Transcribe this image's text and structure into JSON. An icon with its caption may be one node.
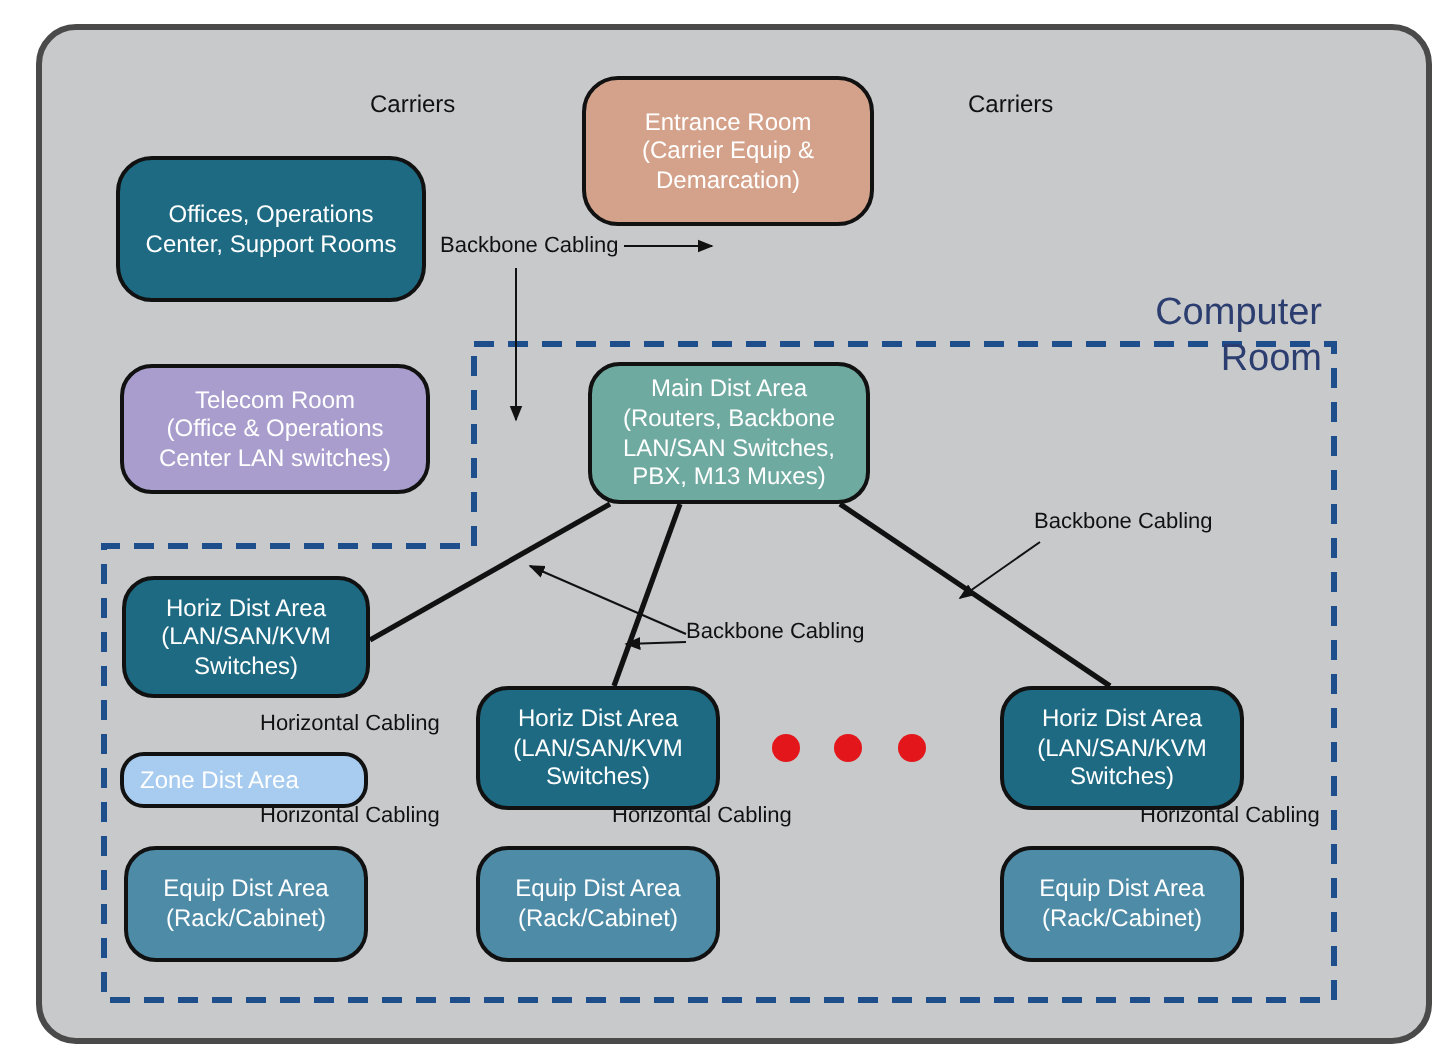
{
  "diagram": {
    "nodes": [
      {
        "text": [
          "Entrance Room",
          "(Carrier Equip & Demarcation)"
        ]
      },
      {
        "text": [
          "Offices, Operations Center, Support Rooms"
        ]
      },
      {
        "text": [
          "Telecom Room",
          "(Office & Operations Center LAN switches)"
        ]
      },
      {
        "text": [
          "Computer Room"
        ]
      },
      {
        "text": [
          "Main Dist Area",
          "(Routers, Backbone LAN/SAN Switches, PBX, M13 Muxes)"
        ],
        "in": 3
      },
      {
        "text": [
          "Horiz Dist Area",
          "(LAN/SAN/KVM Switches)"
        ],
        "in": 3
      },
      {
        "text": [
          "Horiz Dist Area",
          "(LAN/SAN/KVM Switches)"
        ],
        "in": 3
      },
      {
        "text": [
          "Horiz Dist Area",
          "(LAN/SAN/KVM Switches)"
        ],
        "in": 3
      },
      {
        "text": [
          "Zone Dist Area"
        ],
        "in": 3
      },
      {
        "text": [
          "Equip Dist Area",
          "(Rack/Cabinet)"
        ],
        "in": 3
      },
      {
        "text": [
          "Equip Dist Area",
          "(Rack/Cabinet)"
        ],
        "in": 3
      },
      {
        "text": [
          "Equip Dist Area",
          "(Rack/Cabinet)"
        ],
        "in": 3
      },
      {
        "text": [
          "Backbone Cabling"
        ],
        "in": 3
      },
      {
        "text": [
          "Backbone Cabling"
        ],
        "in": 3
      }
    ],
    "edges": [
      {
        "from": 4,
        "to": 5,
        "arrow": "none",
        "style": "thick"
      },
      {
        "from": 4,
        "to": 6,
        "arrow": "none",
        "style": "thick"
      },
      {
        "from": 4,
        "to": 7,
        "arrow": "none",
        "style": "thick"
      },
      {
        "from": 12,
        "to": null,
        "arrow": "to"
      },
      {
        "from": 12,
        "to": null,
        "arrow": "to"
      },
      {
        "from": 13,
        "to": null,
        "arrow": "to"
      }
    ],
    "labels": [
      "Carriers",
      "Carriers",
      "Backbone Cabling",
      "Horizontal Cabling",
      "Horizontal Cabling",
      "Horizontal Cabling",
      "Horizontal Cabling"
    ]
  }
}
